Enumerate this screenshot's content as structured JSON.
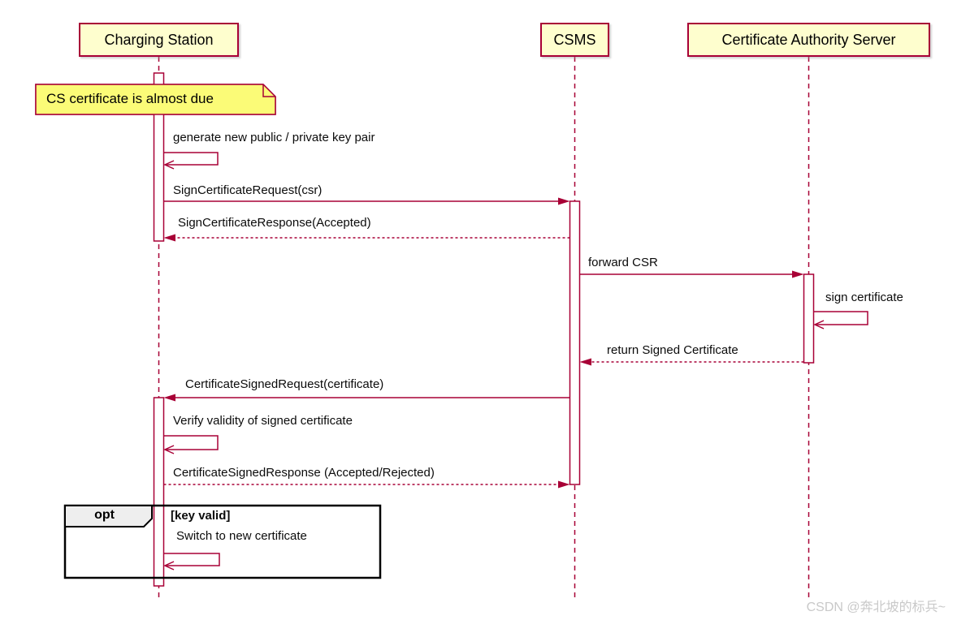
{
  "diagram_type": "sequence",
  "participants": [
    {
      "name": "Charging Station"
    },
    {
      "name": "CSMS"
    },
    {
      "name": "Certificate Authority Server"
    }
  ],
  "note": {
    "text": "CS certificate is almost due",
    "attached_to": "Charging Station"
  },
  "messages": [
    {
      "label": "generate new public / private key pair",
      "from": "Charging Station",
      "to": "Charging Station",
      "style": "solid",
      "kind": "self"
    },
    {
      "label": "SignCertificateRequest(csr)",
      "from": "Charging Station",
      "to": "CSMS",
      "style": "solid",
      "kind": "call"
    },
    {
      "label": "SignCertificateResponse(Accepted)",
      "from": "CSMS",
      "to": "Charging Station",
      "style": "dashed",
      "kind": "return"
    },
    {
      "label": "forward CSR",
      "from": "CSMS",
      "to": "Certificate Authority Server",
      "style": "solid",
      "kind": "call"
    },
    {
      "label": "sign certificate",
      "from": "Certificate Authority Server",
      "to": "Certificate Authority Server",
      "style": "solid",
      "kind": "self"
    },
    {
      "label": "return Signed Certificate",
      "from": "Certificate Authority Server",
      "to": "CSMS",
      "style": "dashed",
      "kind": "return"
    },
    {
      "label": "CertificateSignedRequest(certificate)",
      "from": "CSMS",
      "to": "Charging Station",
      "style": "solid",
      "kind": "call"
    },
    {
      "label": "Verify validity of signed certificate",
      "from": "Charging Station",
      "to": "Charging Station",
      "style": "solid",
      "kind": "self"
    },
    {
      "label": "CertificateSignedResponse (Accepted/Rejected)",
      "from": "Charging Station",
      "to": "CSMS",
      "style": "dashed",
      "kind": "return"
    },
    {
      "label": "Switch to new certificate",
      "from": "Charging Station",
      "to": "Charging Station",
      "style": "solid",
      "kind": "self",
      "fragment": "opt"
    }
  ],
  "fragment": {
    "operator": "opt",
    "guard": "[key valid]"
  },
  "watermark": "CSDN @奔北坡的标兵~",
  "colors": {
    "line": "#A80036",
    "participant_fill": "#FEFECE",
    "note_fill": "#FBFB77",
    "activation_fill": "#FFFFFF",
    "frame_border": "#000000",
    "frame_tab_fill": "#EEEEEE",
    "text": "#000000",
    "watermark": "#C9C9C9",
    "background": "#FFFFFF"
  }
}
